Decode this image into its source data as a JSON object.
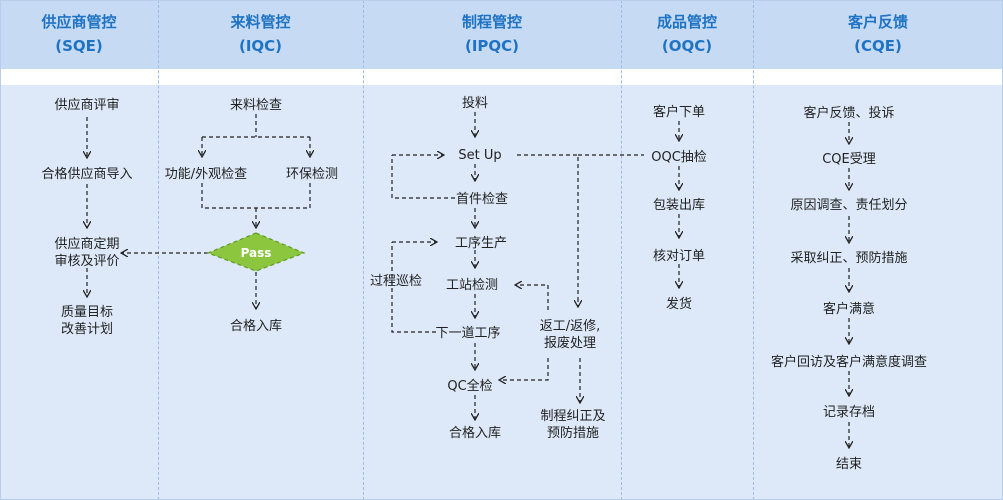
{
  "columns": [
    {
      "title": "供应商管控",
      "code": "(SQE)"
    },
    {
      "title": "来料管控",
      "code": "(IQC)"
    },
    {
      "title": "制程管控",
      "code": "(IPQC)"
    },
    {
      "title": "成品管控",
      "code": "(OQC)"
    },
    {
      "title": "客户反馈",
      "code": "(CQE)"
    }
  ],
  "sqe": {
    "review": "供应商评审",
    "import": "合格供应商导入",
    "periodic": "供应商定期\n审核及评价",
    "quality": "质量目标\n改善计划"
  },
  "iqc": {
    "inspect": "来料检查",
    "function": "功能/外观检查",
    "env": "环保检测",
    "pass": "Pass",
    "store": "合格入库"
  },
  "ipqc": {
    "feed": "投料",
    "setup": "Set Up",
    "first": "首件检查",
    "process": "工序生产",
    "patrol": "过程巡检",
    "station": "工站检测",
    "next": "下一道工序",
    "rework": "返工/返修,\n报废处理",
    "qc": "QC全检",
    "store": "合格入库",
    "correct": "制程纠正及\n预防措施"
  },
  "oqc": {
    "order": "客户下单",
    "sample": "OQC抽检",
    "pack": "包装出库",
    "check": "核对订单",
    "ship": "发货"
  },
  "cqe": {
    "feedback": "客户反馈、投诉",
    "accept": "CQE受理",
    "cause": "原因调查、责任划分",
    "action": "采取纠正、预防措施",
    "satisfied": "客户满意",
    "visit": "客户回访及客户满意度调查",
    "archive": "记录存档",
    "end": "结束"
  },
  "colors": {
    "header_bg": "#c6daf3",
    "body_bg": "#dde9f8",
    "title": "#1f73c4",
    "pass_fill": "#8cc63f",
    "line": "#222222"
  }
}
